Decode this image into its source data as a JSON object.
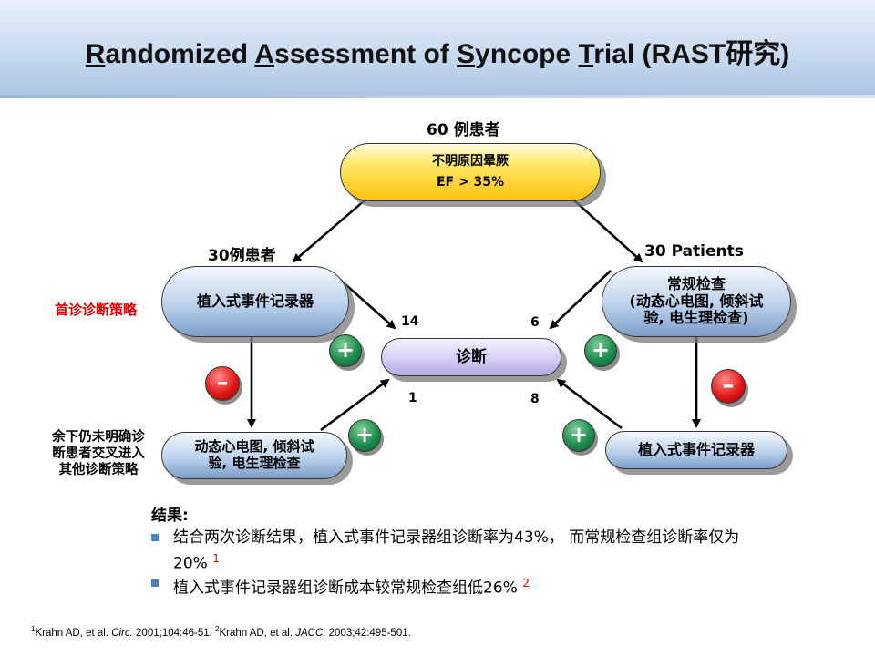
{
  "title": {
    "parts": [
      {
        "text": "R",
        "u": true
      },
      {
        "text": "andomized ",
        "u": false
      },
      {
        "text": "A",
        "u": true
      },
      {
        "text": "ssessment of ",
        "u": false
      },
      {
        "text": "S",
        "u": true
      },
      {
        "text": "yncope ",
        "u": false
      },
      {
        "text": "T",
        "u": true
      },
      {
        "text": "rial (RAST研究)",
        "u": false
      }
    ]
  },
  "diagram": {
    "top_label": "60 例患者",
    "top_node": {
      "line1": "不明原因晕厥",
      "line2": "EF > 35%"
    },
    "left_group_label": "30例患者",
    "right_group_label": "30 Patients",
    "left_node": "植入式事件记录器",
    "right_node": {
      "line1": "常规检查",
      "line2": "(动态心电图, 倾斜试",
      "line3": "验, 电生理检查)"
    },
    "center_node": "诊断",
    "bottom_left_node": {
      "line1": "动态心电图, 倾斜试",
      "line2": "验, 电生理检查"
    },
    "bottom_right_node": "植入式事件记录器",
    "first_strategy_label": "首诊诊断策略",
    "crossover_label": [
      "余下仍未明确诊",
      "断患者交叉进入",
      "其他诊断策略"
    ],
    "counts": {
      "top_left": "14",
      "top_right": "6",
      "bottom_left": "1",
      "bottom_right": "8"
    },
    "plus_symbol": "+",
    "minus_symbol": "–"
  },
  "results": {
    "heading": "结果:",
    "bullets": [
      {
        "text": "结合两次诊断结果，植入式事件记录器组诊断率为43%， 而常规检查组诊断率仅为20%",
        "ref": "1"
      },
      {
        "text": "植入式事件记录器组诊断成本较常规检查组低26%",
        "ref": "2"
      }
    ]
  },
  "footnote": {
    "ref1": "1",
    "cite1_pre": "Krahn AD, et al. ",
    "cite1_journal": "Circ.",
    "cite1_post": " 2001;104:46-51. ",
    "ref2": "2",
    "cite2_pre": "Krahn AD, et al. ",
    "cite2_journal": "JACC.",
    "cite2_post": " 2003;42:495-501."
  },
  "colors": {
    "plus": "#1e8c4e",
    "minus": "#e01a1a",
    "accent_red": "#e00000",
    "bullet": "#4f81bd"
  }
}
